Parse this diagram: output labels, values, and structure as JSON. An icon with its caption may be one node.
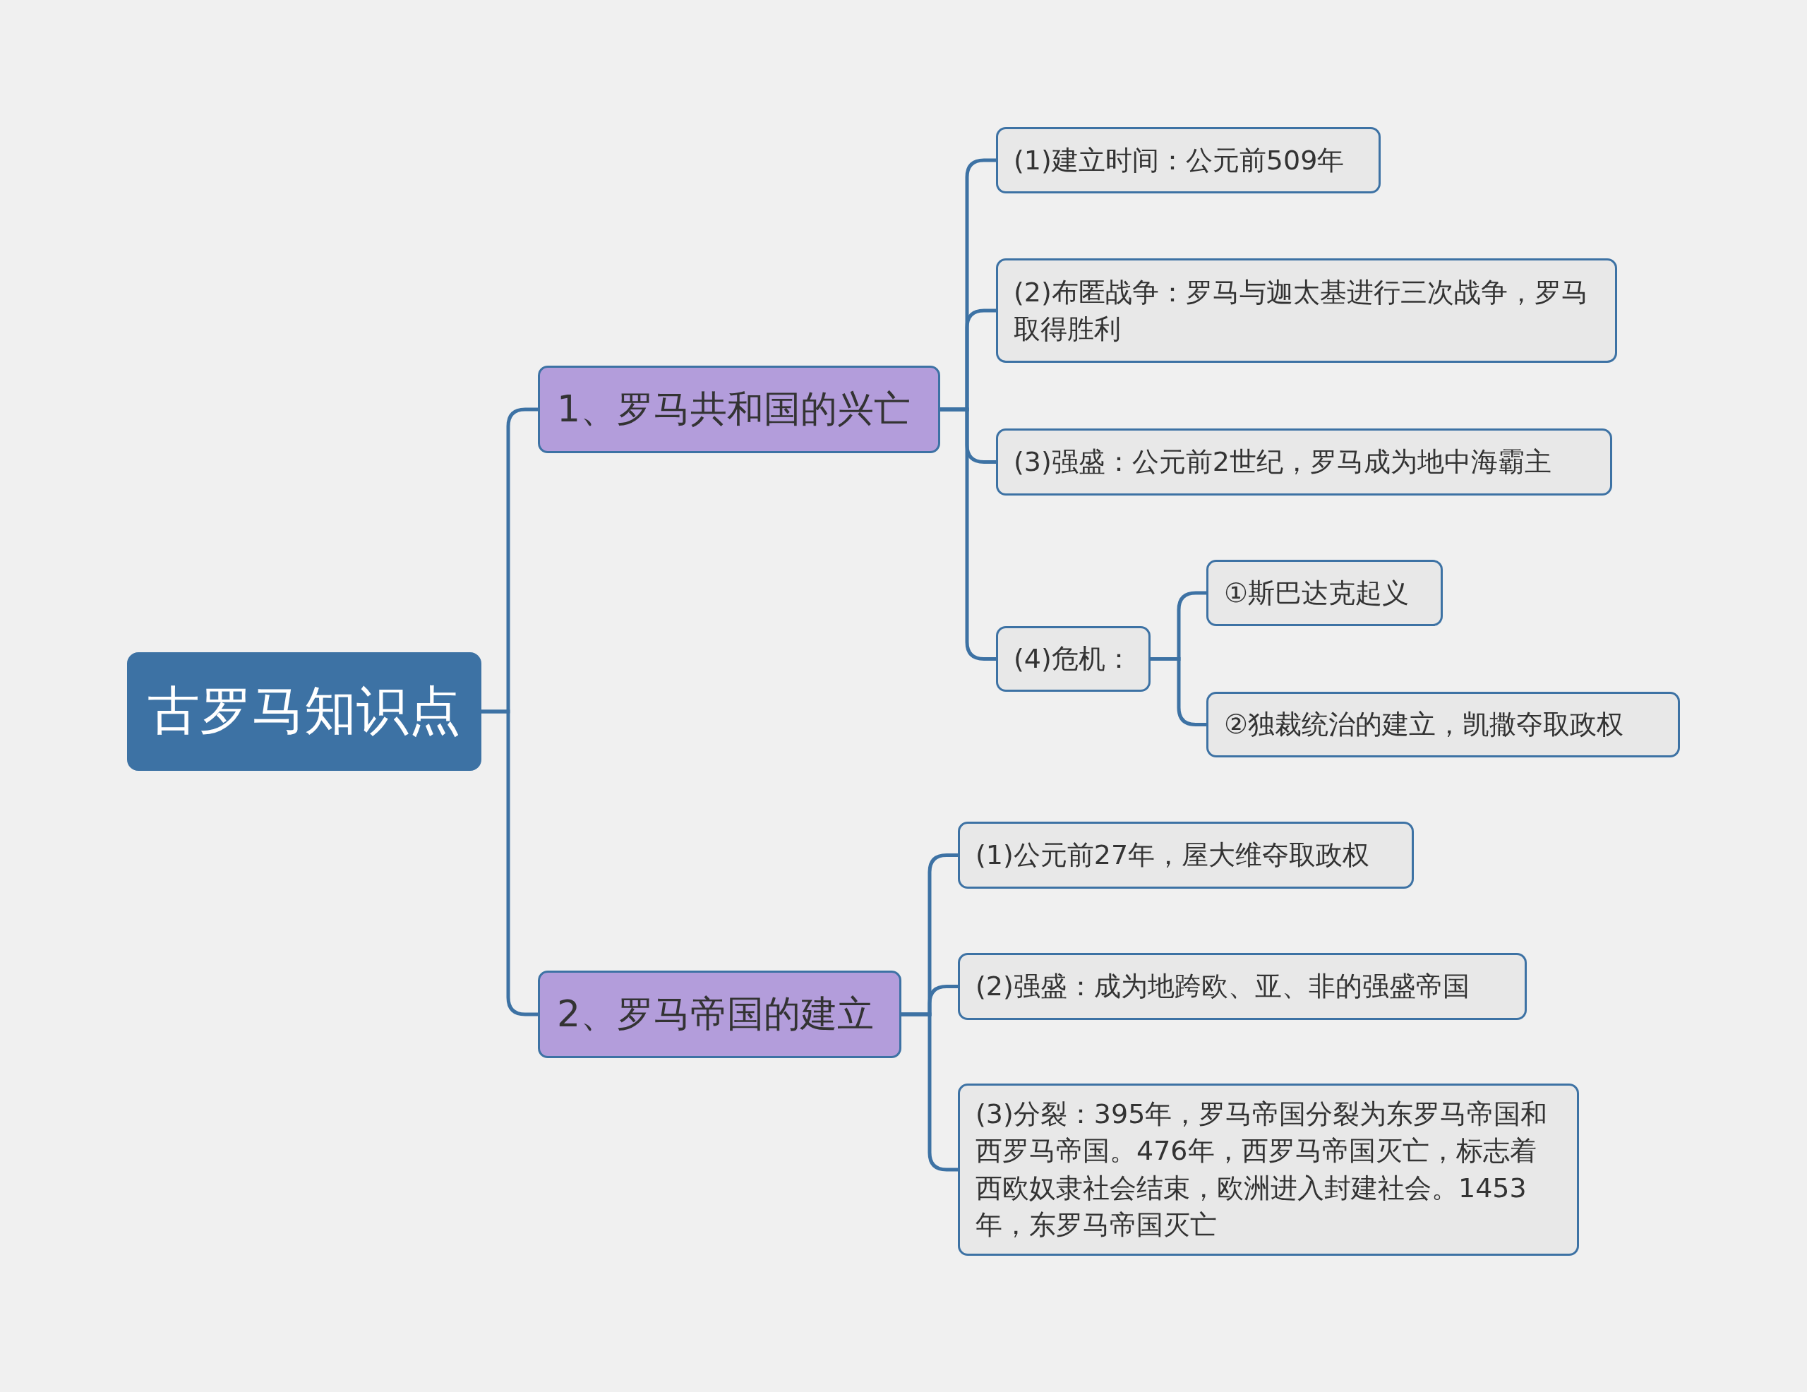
{
  "diagram": {
    "nodes": [
      {
        "text": [
          "古罗马知识点"
        ]
      },
      {
        "text": [
          "1、罗马共和国的兴亡"
        ]
      },
      {
        "text": [
          "(1)建立时间：公元前509年"
        ]
      },
      {
        "text": [
          "(2)布匿战争：罗马与迦太基进行三次战争，罗马取得胜利"
        ]
      },
      {
        "text": [
          "(3)强盛：公元前2世纪，罗马成为地中海霸主"
        ]
      },
      {
        "text": [
          "(4)危机："
        ]
      },
      {
        "text": [
          "①斯巴达克起义"
        ]
      },
      {
        "text": [
          "②独裁统治的建立，凯撒夺取政权"
        ]
      },
      {
        "text": [
          "2、罗马帝国的建立"
        ]
      },
      {
        "text": [
          "(1)公元前27年，屋大维夺取政权"
        ]
      },
      {
        "text": [
          "(2)强盛：成为地跨欧、亚、非的强盛帝国"
        ]
      },
      {
        "text": [
          "(3)分裂：395年，罗马帝国分裂为东罗马帝国和西罗马帝国。476年，西罗马帝国灭亡，标志着西欧奴隶社会结束，欧洲进入封建社会。1453年，东罗马帝国灭亡"
        ]
      }
    ],
    "edges": [
      {
        "from": 0,
        "to": 1,
        "arrow": "none"
      },
      {
        "from": 1,
        "to": 2,
        "arrow": "none"
      },
      {
        "from": 1,
        "to": 3,
        "arrow": "none"
      },
      {
        "from": 1,
        "to": 4,
        "arrow": "none"
      },
      {
        "from": 1,
        "to": 5,
        "arrow": "none"
      },
      {
        "from": 5,
        "to": 6,
        "arrow": "none"
      },
      {
        "from": 5,
        "to": 7,
        "arrow": "none"
      },
      {
        "from": 0,
        "to": 8,
        "arrow": "none"
      },
      {
        "from": 8,
        "to": 9,
        "arrow": "none"
      },
      {
        "from": 8,
        "to": 10,
        "arrow": "none"
      },
      {
        "from": 8,
        "to": 11,
        "arrow": "none"
      }
    ]
  }
}
